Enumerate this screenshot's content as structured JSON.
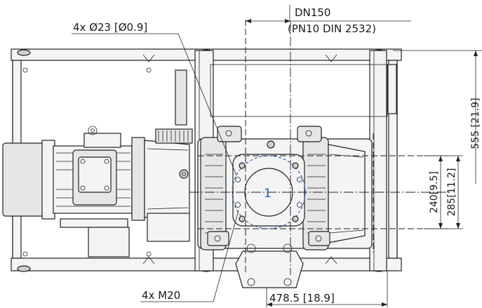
{
  "labels": {
    "flange_nominal": "DN150",
    "flange_standard": "(PN10 DIN 2532)",
    "bolt_holes": "4x Ø23 [Ø0.9]",
    "thread": "4x M20",
    "item_number": "1"
  },
  "dimensions": {
    "overall_height": "555 [21.9]",
    "inner_height": "240[9.5]",
    "outer_height": "285[11.2]",
    "width_to_edge": "478.5 [18.9]"
  }
}
